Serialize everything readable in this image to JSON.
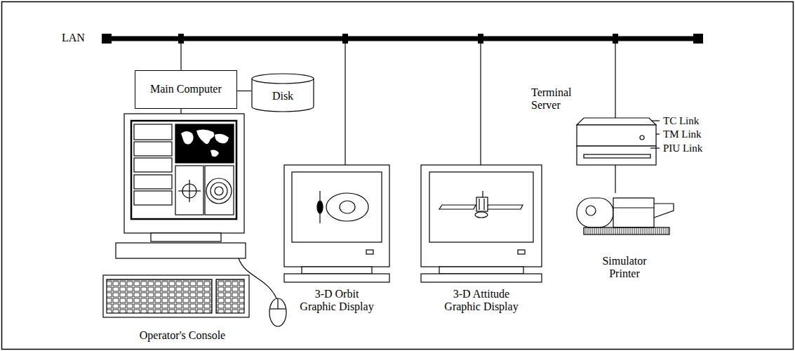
{
  "diagram": {
    "nodes": [
      {
        "text": [
          "LAN"
        ]
      },
      {
        "text": [
          "Main Computer"
        ]
      },
      {
        "text": [
          "Disk"
        ]
      },
      {
        "text": [
          "Operator's Console"
        ]
      },
      {
        "text": [
          "3-D Orbit Graphic Display"
        ]
      },
      {
        "text": [
          "3-D Attitude Graphic Display"
        ]
      },
      {
        "text": [
          "Terminal Server"
        ]
      },
      {
        "text": [
          "Simulator Printer"
        ]
      }
    ],
    "edges": [
      {
        "from": 0,
        "to": 1,
        "arrow": "none"
      },
      {
        "from": 0,
        "to": 4,
        "arrow": "none"
      },
      {
        "from": 0,
        "to": 5,
        "arrow": "none"
      },
      {
        "from": 0,
        "to": 6,
        "arrow": "none"
      },
      {
        "from": 1,
        "to": 2,
        "arrow": "none"
      },
      {
        "from": 1,
        "to": 3,
        "arrow": "none"
      },
      {
        "from": 6,
        "to": 7,
        "arrow": "none"
      }
    ],
    "labels": [
      "TC Link",
      "TM Link",
      "PIU Link"
    ]
  }
}
